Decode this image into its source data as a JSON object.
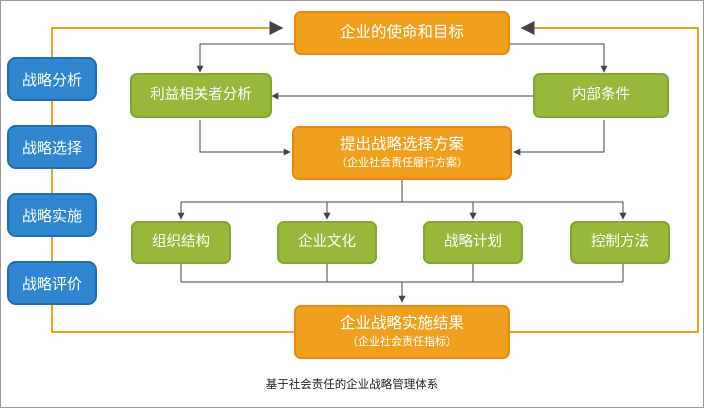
{
  "diagram": {
    "mission": "企业的使命和目标",
    "stakeholder": "利益相关者分析",
    "internal": "内部条件",
    "proposal": {
      "title": "提出战略选择方案",
      "subtitle": "（企业社会责任履行方案）"
    },
    "factors": [
      "组织结构",
      "企业文化",
      "战略计划",
      "控制方法"
    ],
    "result": {
      "title": "企业战略实施结果",
      "subtitle": "（企业社会责任指标）"
    },
    "stages": [
      "战略分析",
      "战略选择",
      "战略实施",
      "战略评价"
    ],
    "caption": "基于社会责任的企业战略管理体系"
  },
  "colors": {
    "orange": "#f0a01e",
    "green": "#98b83c",
    "blue": "#2f86cf",
    "line": "#555555"
  }
}
